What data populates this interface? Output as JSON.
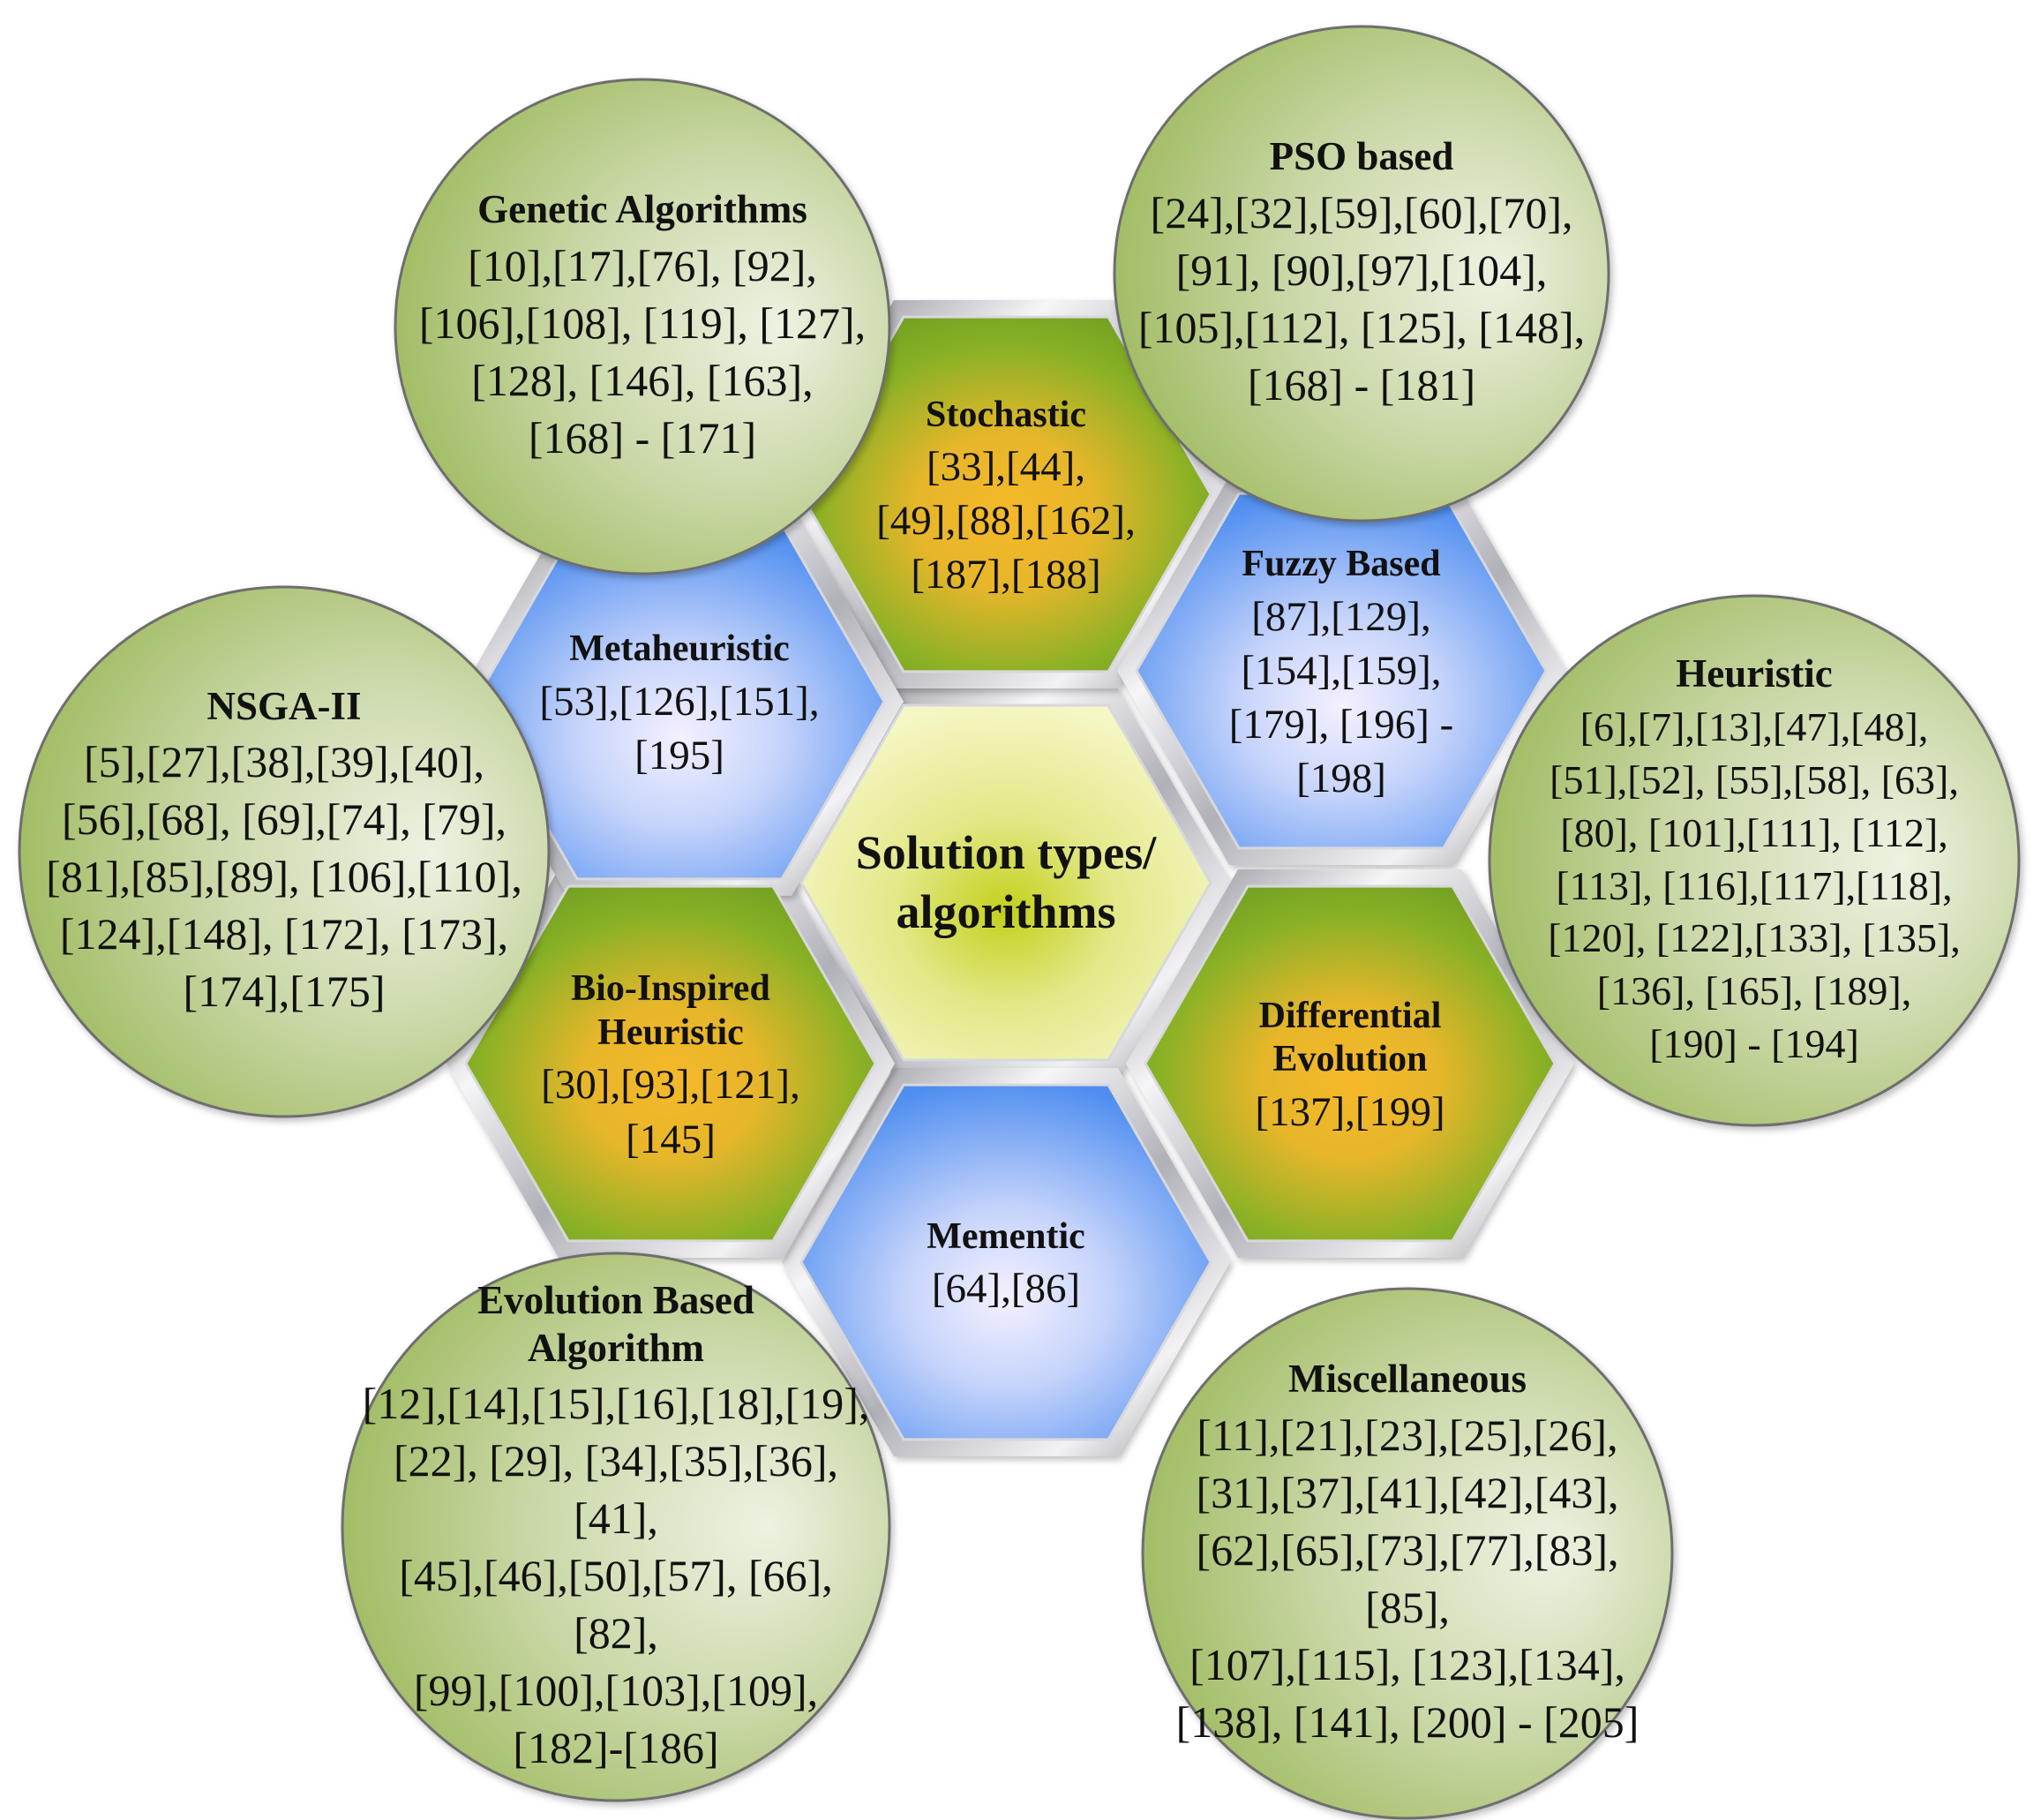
{
  "colors": {
    "circle_light": "#eef2e2",
    "circle_dark": "#a6c06a",
    "circle_border": "#6e6e6e",
    "hex_green_core": "#f5b82a",
    "hex_green_edge": "#6f9f22",
    "hex_blue_core": "#f4f0ff",
    "hex_blue_edge": "#4f8ef0",
    "hex_center_core": "#c3d01a",
    "hex_center_edge": "#f6f7c6",
    "frame_light": "#f6f6f8",
    "frame_dark": "#7c7c86"
  },
  "center": {
    "title": "Solution types/\nalgorithms"
  },
  "hexes": [
    {
      "id": "stochastic",
      "fill": "green",
      "title": "Stochastic",
      "refs": "[33],[44],\n[49],[88],[162],\n[187],[188]"
    },
    {
      "id": "fuzzy",
      "fill": "blue",
      "title": "Fuzzy Based",
      "refs": "[87],[129],\n[154],[159],\n[179],  [196] -\n[198]"
    },
    {
      "id": "differential",
      "fill": "green",
      "title": "Differential\nEvolution",
      "refs": "[137],[199]"
    },
    {
      "id": "mementic",
      "fill": "blue",
      "title": "Mementic",
      "refs": "[64],[86]"
    },
    {
      "id": "bio",
      "fill": "green",
      "title": "Bio-Inspired\nHeuristic",
      "refs": "[30],[93],[121],\n[145]"
    },
    {
      "id": "metaheuristic",
      "fill": "blue",
      "title": "Metaheuristic",
      "refs": "[53],[126],[151],\n[195]"
    }
  ],
  "circles": [
    {
      "id": "genetic",
      "title": "Genetic Algorithms",
      "refs": "[10],[17],[76], [92],\n[106],[108], [119], [127],\n[128], [146], [163],\n[168] - [171]"
    },
    {
      "id": "pso",
      "title": "PSO based",
      "refs": "[24],[32],[59],[60],[70],\n[91], [90],[97],[104],\n[105],[112], [125], [148],\n[168] - [181]"
    },
    {
      "id": "heuristic",
      "title": "Heuristic",
      "refs": "[6],[7],[13],[47],[48],\n[51],[52], [55],[58], [63],\n[80], [101],[111], [112],\n[113], [116],[117],[118],\n[120], [122],[133], [135],\n[136], [165], [189],\n[190] - [194]"
    },
    {
      "id": "misc",
      "title": "Miscellaneous",
      "refs": "[11],[21],[23],[25],[26],\n[31],[37],[41],[42],[43],\n[62],[65],[73],[77],[83],[85],\n[107],[115], [123],[134],\n[138], [141], [200] - [205]"
    },
    {
      "id": "evolution",
      "title": "Evolution Based\nAlgorithm",
      "refs": "[12],[14],[15],[16],[18],[19],\n[22], [29], [34],[35],[36],[41],\n[45],[46],[50],[57], [66], [82],\n[99],[100],[103],[109],\n[182]-[186]"
    },
    {
      "id": "nsga",
      "title": "NSGA-II",
      "refs": "[5],[27],[38],[39],[40],\n[56],[68], [69],[74], [79],\n[81],[85],[89], [106],[110],\n[124],[148], [172], [173],\n[174],[175]"
    }
  ]
}
